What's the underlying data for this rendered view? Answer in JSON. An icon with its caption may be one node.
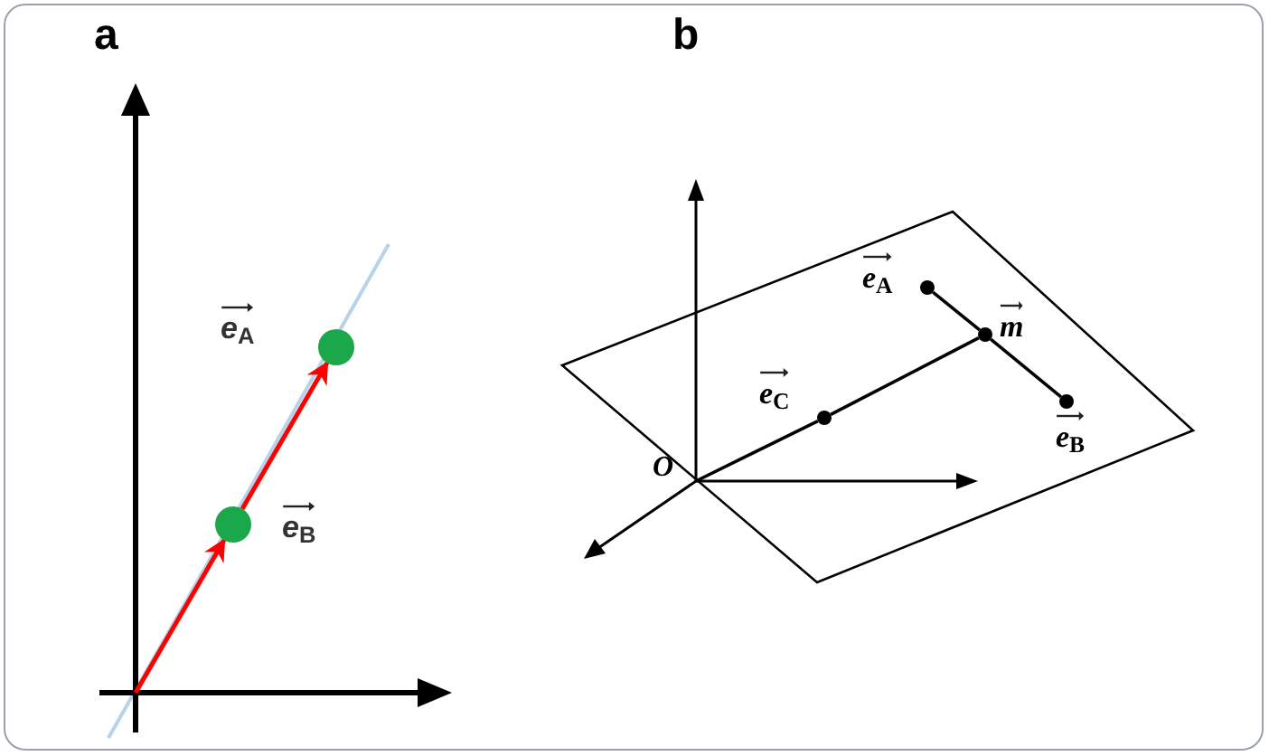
{
  "diagram": {
    "nodes": [
      {
        "text": [],
        "shape": "circle",
        "beside": [
          "*e*$_{B}$"
        ]
      },
      {
        "text": [],
        "shape": "circle",
        "beside": [
          "*e*$_{A}$"
        ]
      },
      {
        "text": [],
        "shape": "circle",
        "beside": [
          "*e*$_{A}$"
        ]
      },
      {
        "text": [],
        "shape": "circle",
        "beside": [
          "*m*"
        ]
      },
      {
        "text": [],
        "shape": "circle",
        "beside": [
          "*e*$_{B}$"
        ]
      },
      {
        "text": [],
        "shape": "circle",
        "beside": [
          "*e*$_{C}$"
        ]
      },
      {
        "text": [
          "O"
        ]
      }
    ],
    "edges": [
      {
        "from": null,
        "to": 0,
        "arrow": "to",
        "color": "#ff0000"
      },
      {
        "from": 0,
        "to": 1,
        "arrow": "to",
        "color": "#ff0000"
      },
      {
        "from": 6,
        "to": 5,
        "arrow": "none"
      },
      {
        "from": 5,
        "to": 3,
        "arrow": "none"
      },
      {
        "from": 2,
        "to": 3,
        "arrow": "none"
      },
      {
        "from": 3,
        "to": 4,
        "arrow": "none"
      }
    ],
    "labels": [
      "a",
      "b"
    ]
  }
}
